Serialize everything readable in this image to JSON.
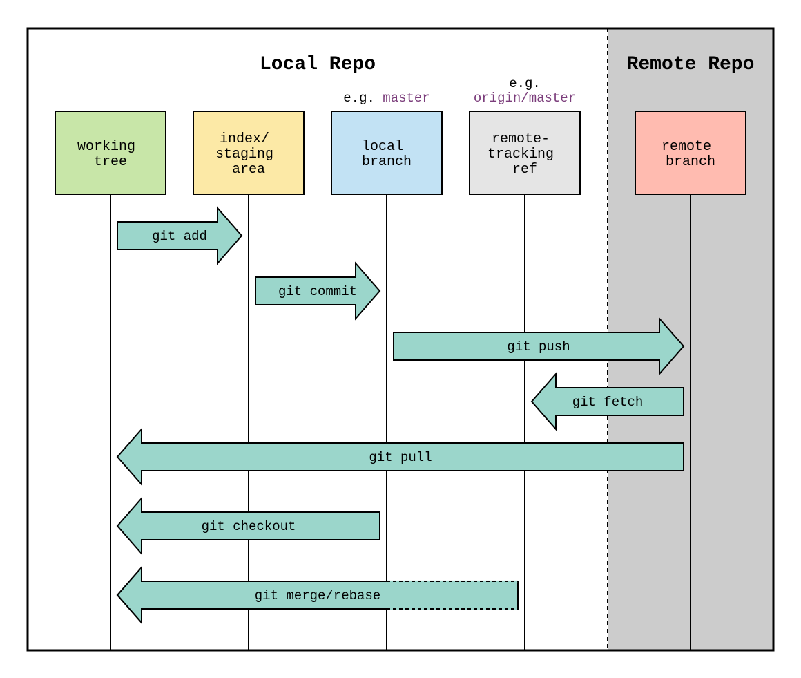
{
  "regions": {
    "local": {
      "title": "Local Repo"
    },
    "remote": {
      "title": "Remote Repo",
      "background": "#cccccc"
    }
  },
  "nodes": [
    {
      "id": "working-tree",
      "lines": [
        "working",
        "tree"
      ],
      "color": "#c8e6a8"
    },
    {
      "id": "index",
      "lines": [
        "index/",
        "staging",
        "area"
      ],
      "color": "#fce9a6"
    },
    {
      "id": "local-branch",
      "lines": [
        "local",
        "branch"
      ],
      "color": "#c2e2f4",
      "example_prefix": "e.g.",
      "example_value": "master"
    },
    {
      "id": "remote-tracking-ref",
      "lines": [
        "remote-",
        "tracking",
        "ref"
      ],
      "color": "#e5e5e5",
      "example_prefix": "e.g.",
      "example_value": "origin/master"
    },
    {
      "id": "remote-branch",
      "lines": [
        "remote",
        "branch"
      ],
      "color": "#ffbbb0"
    }
  ],
  "commands": [
    {
      "id": "git-add",
      "label": "git add",
      "from": "working-tree",
      "to": "index",
      "direction": "right",
      "dashed": false
    },
    {
      "id": "git-commit",
      "label": "git commit",
      "from": "index",
      "to": "local-branch",
      "direction": "right",
      "dashed": false
    },
    {
      "id": "git-push",
      "label": "git push",
      "from": "local-branch",
      "to": "remote-branch",
      "direction": "right",
      "dashed": false
    },
    {
      "id": "git-fetch",
      "label": "git fetch",
      "from": "remote-branch",
      "to": "remote-tracking-ref",
      "direction": "left",
      "dashed": false
    },
    {
      "id": "git-pull",
      "label": "git pull",
      "from": "remote-branch",
      "to": "working-tree",
      "direction": "left",
      "dashed": false
    },
    {
      "id": "git-checkout",
      "label": "git checkout",
      "from": "local-branch",
      "to": "working-tree",
      "direction": "left",
      "dashed": false
    },
    {
      "id": "git-merge-rebase",
      "label": "git merge/rebase",
      "from": "remote-tracking-ref",
      "to": "working-tree",
      "direction": "left",
      "dashed": true
    }
  ],
  "colors": {
    "arrow_fill": "#9bd6cb",
    "accent_text": "#7b3d7b",
    "remote_background": "#cccccc"
  }
}
